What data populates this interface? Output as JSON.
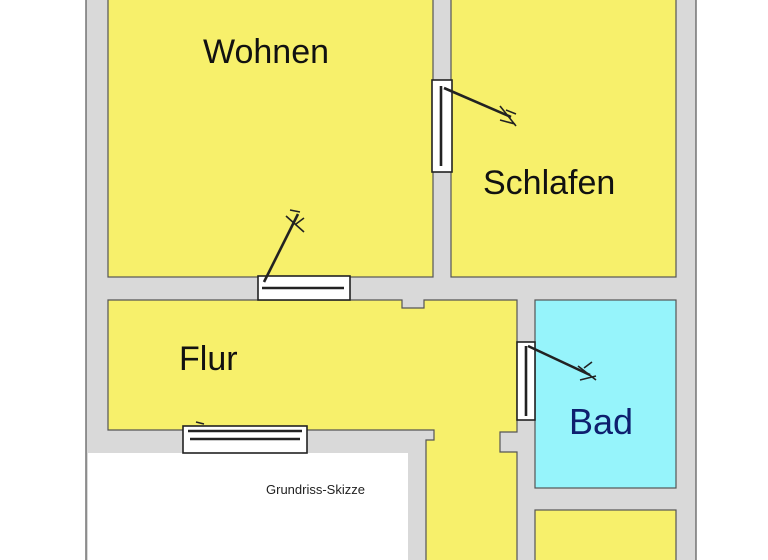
{
  "rooms": {
    "wohnen": "Wohnen",
    "schlafen": "Schlafen",
    "flur": "Flur",
    "bad": "Bad"
  },
  "caption": "Grundriss-Skizze",
  "colors": {
    "room_fill": "#f7f06b",
    "bath_fill": "#96f4fb",
    "wall": "#d9d9d9"
  }
}
